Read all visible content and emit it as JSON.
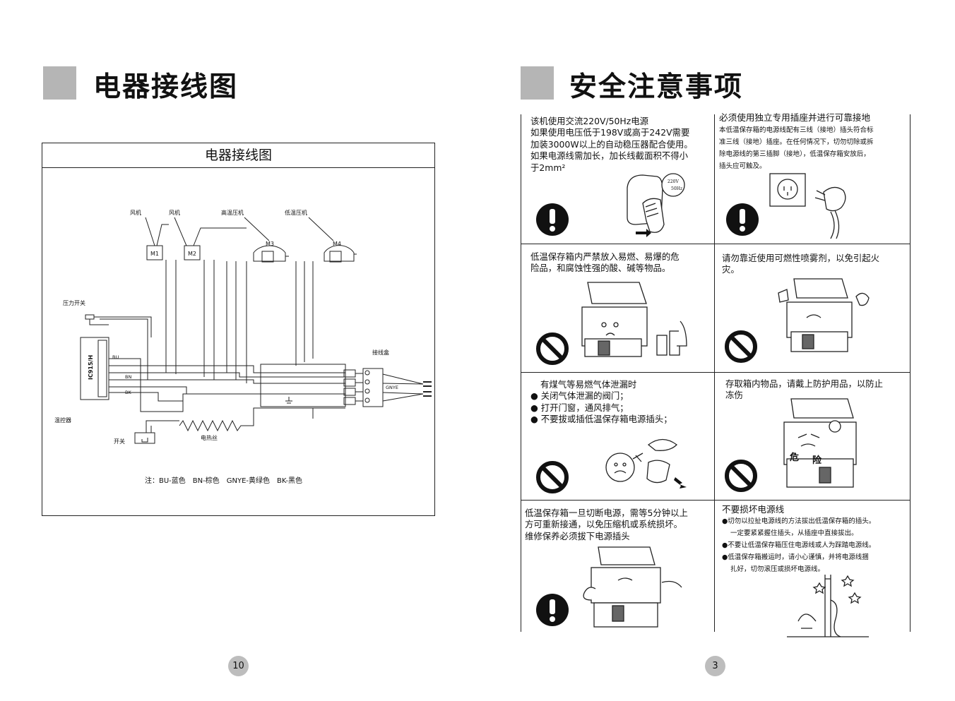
{
  "left_page": {
    "title": "电器接线图",
    "diagram": {
      "heading": "电器接线图",
      "labels": {
        "fan1": "风机",
        "fan2": "风机",
        "high_comp": "高温压机",
        "low_comp": "低温压机",
        "pressure_switch": "压力开关",
        "thermostat": "温控器",
        "switch": "开关",
        "heater": "电热丝",
        "junction_box": "接线盒",
        "controller": "IC915/H",
        "m1": "M1",
        "m2": "M2",
        "m3": "M3",
        "m4": "M4"
      },
      "wire_codes": {
        "bn": "BN",
        "bu": "BU",
        "bk": "BK",
        "gnye": "GNYE"
      },
      "note": "注：BU-蓝色　BN-棕色　GNYE-黄绿色　BK-黑色"
    },
    "page_number": "10"
  },
  "right_page": {
    "title": "安全注意事项",
    "cells": [
      {
        "lines": [
          "该机使用交流220V/50Hz电源",
          "如果使用电压低于198V或高于242V需要",
          "加装3000W以上的自动稳压器配合使用。",
          "如果电源线需加长，加长线截面积不得小",
          "于2mm²"
        ],
        "icon": "exclamation-icon"
      },
      {
        "heading": "必须使用独立专用插座并进行可靠接地",
        "lines": [
          "本低温保存箱的电源线配有三线（接地）插头符合标",
          "准三线（接地）插座。在任何情况下，切勿切除或拆",
          "除电源线的第三插脚（接地），低温保存箱安放后，",
          "插头应可触及。"
        ],
        "icon": "exclamation-icon"
      },
      {
        "lines": [
          "低温保存箱内严禁放入易燃、易爆的危",
          "险品，和腐蚀性强的酸、碱等物品。"
        ],
        "icon": "prohibited-icon"
      },
      {
        "lines": [
          "请勿靠近使用可燃性喷雾剂，以免引起火",
          "灾。"
        ],
        "icon": "prohibited-icon"
      },
      {
        "heading": "有煤气等易燃气体泄漏时",
        "bullets": [
          "关闭气体泄漏的阀门；",
          "打开门窗，通风排气；",
          "不要拔或插低温保存箱电源插头；"
        ],
        "icon": "prohibited-icon"
      },
      {
        "lines": [
          "存取箱内物品，请戴上防护用品，以防止",
          "冻伤"
        ],
        "illustration_text": [
          "危",
          "险"
        ],
        "icon": "prohibited-icon"
      },
      {
        "lines": [
          "低温保存箱一旦切断电源，需等5分钟以上",
          "方可重新接通，以免压缩机或系统损坏。",
          "维修保养必须拔下电源插头"
        ],
        "icon": "exclamation-icon"
      },
      {
        "heading": "不要损坏电源线",
        "bullets": [
          "切勿以拉扯电源线的方法拔出低温保存箱的插头。",
          "不要让低温保存箱压住电源线或人为踩踏电源线。",
          "低温保存箱搬运时，请小心谨慎，并将电源线捆"
        ],
        "continuations": [
          "一定要紧紧握住插头，从插座中直接拔出。",
          "扎好，切勿滚压或损坏电源线。"
        ]
      }
    ],
    "socket_label": [
      "220V",
      "50Hz"
    ],
    "page_number": "3"
  }
}
